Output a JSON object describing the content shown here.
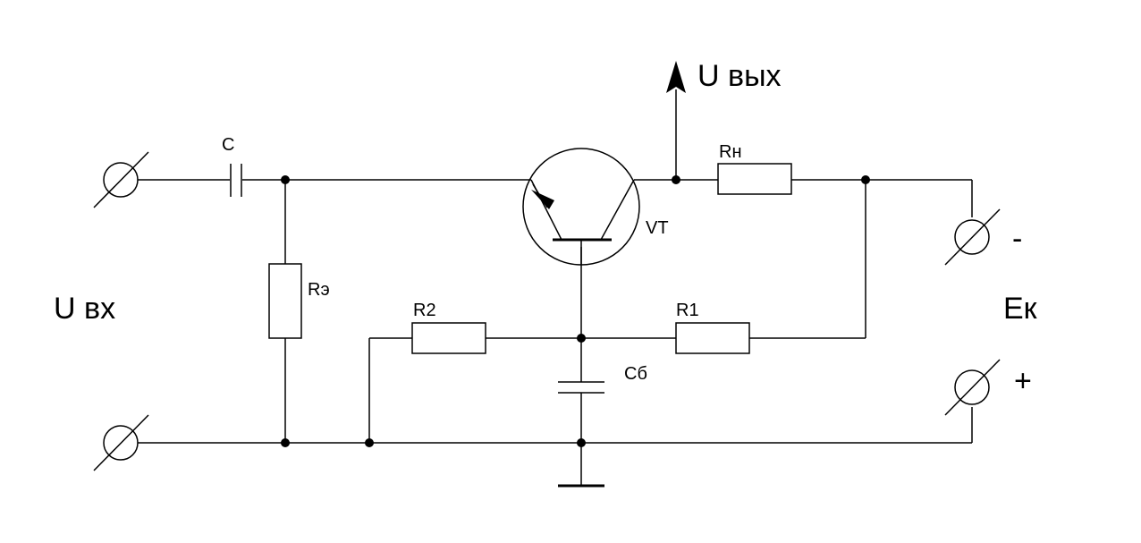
{
  "labels": {
    "u_in": "U вх",
    "u_out": "U вых",
    "ek": "Eк",
    "minus": "-",
    "plus": "+",
    "c": "C",
    "re": "Rэ",
    "r2": "R2",
    "r1": "R1",
    "rn": "Rн",
    "cb": "Cб",
    "vt": "VT"
  }
}
